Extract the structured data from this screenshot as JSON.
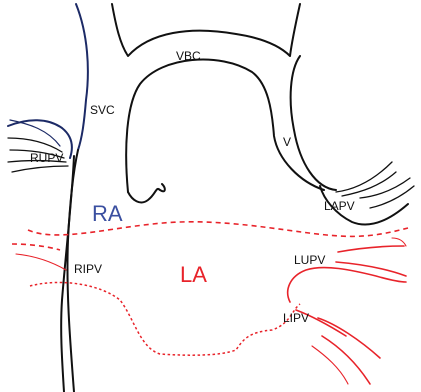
{
  "labels": {
    "vbc": "VBC",
    "svc": "SVC",
    "rupv": "RUPV",
    "v": "V",
    "lapv": "LAPV",
    "ra": "RA",
    "ripv": "RIPV",
    "la": "LA",
    "lupv": "LUPV",
    "lipv": "LIPV"
  },
  "colors": {
    "outline": "#111111",
    "right_atrium": "#3a4fa0",
    "left_atrium": "#e8232a",
    "svc_wall": "#1c2a66"
  }
}
